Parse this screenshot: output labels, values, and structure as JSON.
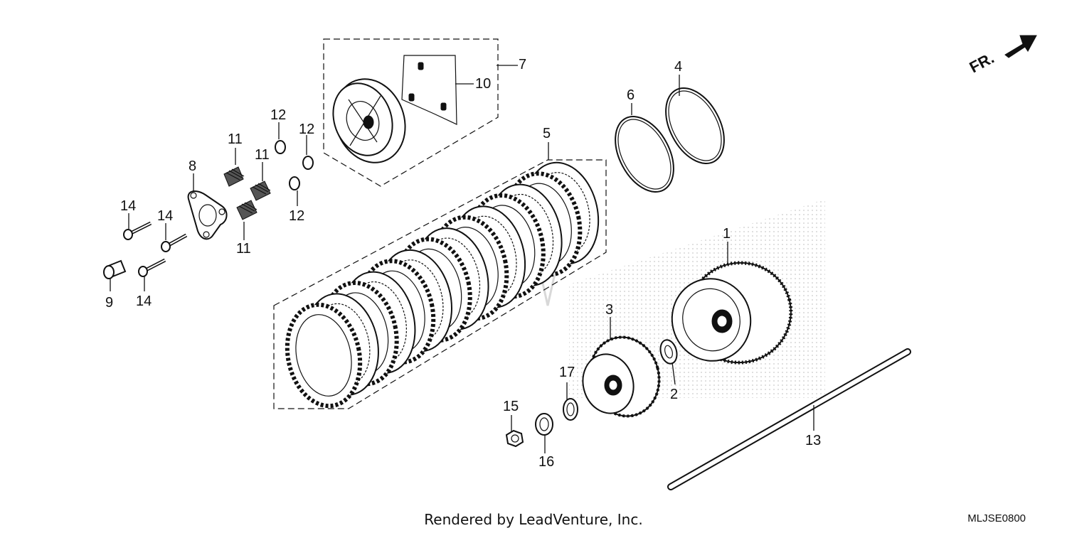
{
  "diagram": {
    "footer": "Rendered by LeadVenture, Inc.",
    "code": "MLJSE0800",
    "direction_label": "FR."
  },
  "callouts": [
    {
      "id": "1",
      "label": "1"
    },
    {
      "id": "2",
      "label": "2"
    },
    {
      "id": "3",
      "label": "3"
    },
    {
      "id": "4",
      "label": "4"
    },
    {
      "id": "5",
      "label": "5"
    },
    {
      "id": "6",
      "label": "6"
    },
    {
      "id": "7",
      "label": "7"
    },
    {
      "id": "8",
      "label": "8"
    },
    {
      "id": "9",
      "label": "9"
    },
    {
      "id": "10",
      "label": "10"
    },
    {
      "id": "11a",
      "label": "11"
    },
    {
      "id": "11b",
      "label": "11"
    },
    {
      "id": "11c",
      "label": "11"
    },
    {
      "id": "12a",
      "label": "12"
    },
    {
      "id": "12b",
      "label": "12"
    },
    {
      "id": "12c",
      "label": "12"
    },
    {
      "id": "13",
      "label": "13"
    },
    {
      "id": "14a",
      "label": "14"
    },
    {
      "id": "14b",
      "label": "14"
    },
    {
      "id": "14c",
      "label": "14"
    },
    {
      "id": "15",
      "label": "15"
    },
    {
      "id": "16",
      "label": "16"
    },
    {
      "id": "17",
      "label": "17"
    }
  ]
}
